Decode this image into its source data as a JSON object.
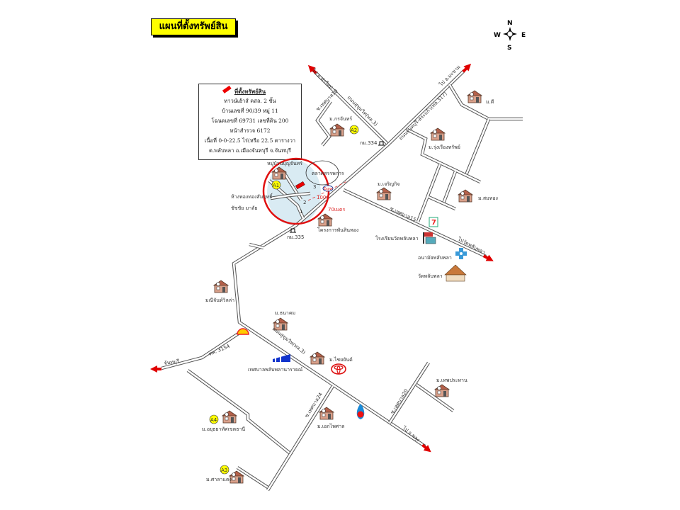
{
  "title": "แผนที่ตั้งทรัพย์สิน",
  "compass": {
    "n": "N",
    "s": "S",
    "w": "W",
    "e": "E"
  },
  "info_box": {
    "heading": "ที่ตั้งทรัพย์สิน",
    "lines": [
      "ทาวน์เฮ้าส์ คสล. 2 ชั้น",
      "บ้านเลขที่ 90/39 หมู่ 11",
      "โฉนดเลขที่ 69731  เลขที่ดิน 200",
      "หน้าสำรวจ  6172",
      "เนื้อที่ 0-0-22.5 ไร่(หรือ 22.5 ตารางวา",
      "ต.พลับพลา   อ.เมืองจันทบุรี    จ.จันทบุรี"
    ]
  },
  "directions": {
    "tha_mai": "ไป อ.ท่าใหม่",
    "makham": "ไป อ.มะขาม",
    "wat_phlapphla": "ไปวัดพลับพลา",
    "chanthaburi": "จันทบุรี",
    "khlung": "ไป อ.ขลุง"
  },
  "roads": {
    "sukhumvit_north": "ถนนสุขุมวิท(ทล.3)",
    "sukhumvit_south": "ถนนสุขุมวิท(ทล.3)",
    "chanthaburi_sraeng": "ถนนจันทบุรี-สระแก้ว(ทล.317)",
    "soi10": "ซ.เทศบาล10",
    "soi15": "ซ.เทศบาล15",
    "soi24": "ซ.เทศบาล24",
    "soi20": "ซ.เทศบาล20",
    "rd3154": "ทล. 3154"
  },
  "landmarks": {
    "kor_chan": "ม.กรจันทร์",
    "km334": "กม.334",
    "km335": "กม.335",
    "dee": "ม.ดี",
    "rungrueang": "ม.รุ่งเรืองทรัพย์",
    "charoenkit": "ม.เจริญกิจ",
    "somthong": "ม.สมทอง",
    "village_target": "หมู่บ้านบุญจันทร์",
    "market": "ตลาดสรรพการ",
    "gold_shop": "ห้างทองทองสัมฤทธิ์",
    "chatchai": "ชัชชัย มาลัย",
    "dist100": "100ม",
    "dist70": "70เมตร",
    "phansinthong": "โครงการพันสินทอง",
    "school": "โรงเรียนวัดพลับพลา",
    "health": "อนามัยพลับพลา",
    "temple": "วัดพลับพลา",
    "manee": "มณีจันท์วิลล่า",
    "thanakom": "ม.ธนาคม",
    "municipality": "เทศบาลพลับพลานารายณ์",
    "chaiyan": "ม.ไชยยันต์",
    "ekphaisan": "ม.เอกไพศาล",
    "theppratan": "ม.เทพประทาน",
    "ayothaya": "ม.อยุธยาทัศเขตธานี",
    "sala": "ม.ศาลาแดง",
    "n1": "1",
    "n2": "2",
    "n3": "3",
    "esso": "Esso"
  },
  "markers": {
    "a1": "A1",
    "a2": "A2",
    "a3": "A3",
    "a4": "A4"
  },
  "colors": {
    "road": "#555555",
    "arrow": "#e00000",
    "marker": "#ffff00",
    "circle": "#e01010",
    "highlight": "#cfe6f0"
  }
}
